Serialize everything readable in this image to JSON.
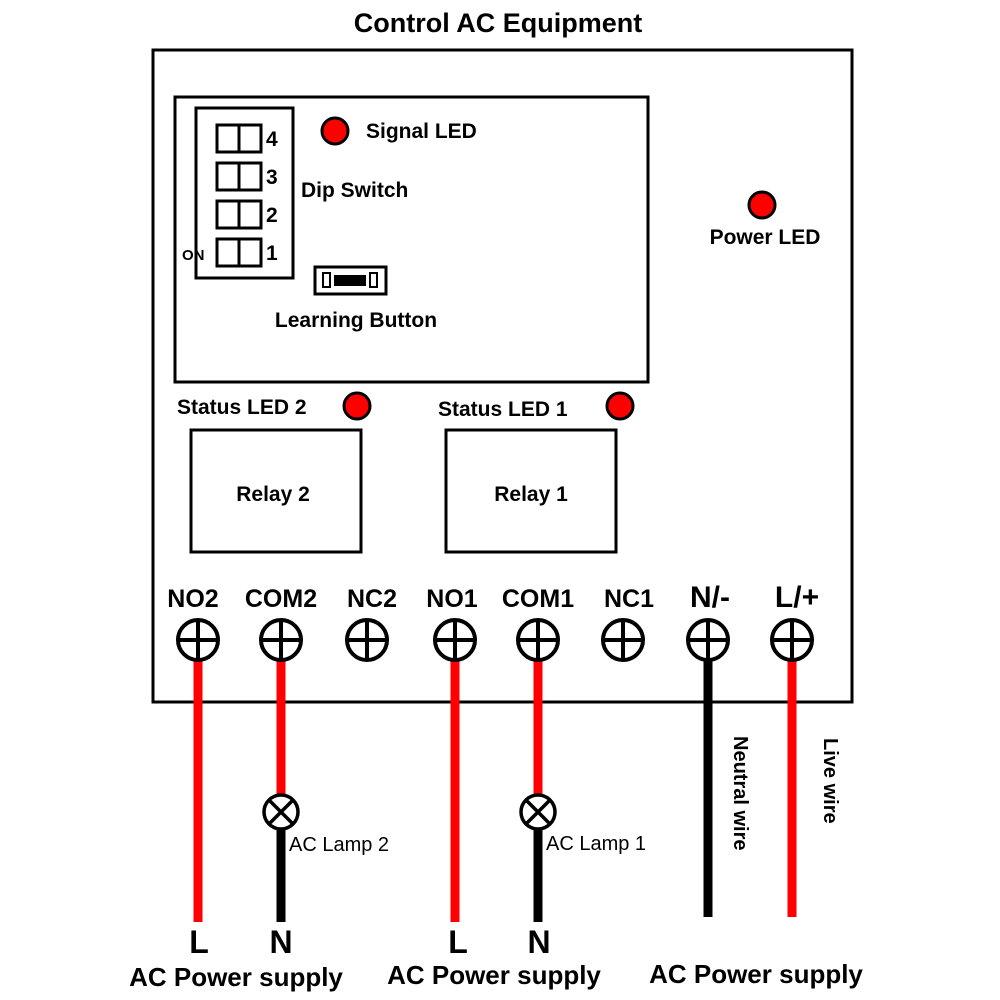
{
  "title": "Control AC Equipment",
  "board": {
    "signal_led_label": "Signal LED",
    "dip_switch_label": "Dip Switch",
    "dip_numbers": [
      "4",
      "3",
      "2",
      "1"
    ],
    "dip_on_label": "ON",
    "learning_button_label": "Learning Button",
    "power_led_label": "Power LED",
    "status_led_2_label": "Status LED 2",
    "status_led_1_label": "Status LED 1",
    "relay_2_label": "Relay 2",
    "relay_1_label": "Relay 1"
  },
  "terminals": [
    "NO2",
    "COM2",
    "NC2",
    "NO1",
    "COM1",
    "NC1",
    "N/-",
    "L/+"
  ],
  "lamps": {
    "lamp_2_label": "AC Lamp 2",
    "lamp_1_label": "AC Lamp 1"
  },
  "wires": {
    "neutral_label": "Neutral wire",
    "live_label": "Live wire",
    "end_letters": [
      "L",
      "N",
      "L",
      "N"
    ]
  },
  "supplies": [
    "AC Power supply",
    "AC Power supply",
    "AC Power supply"
  ],
  "colors": {
    "led": "#ff0000",
    "red_wire": "#ff0000",
    "black_wire": "#000000"
  }
}
